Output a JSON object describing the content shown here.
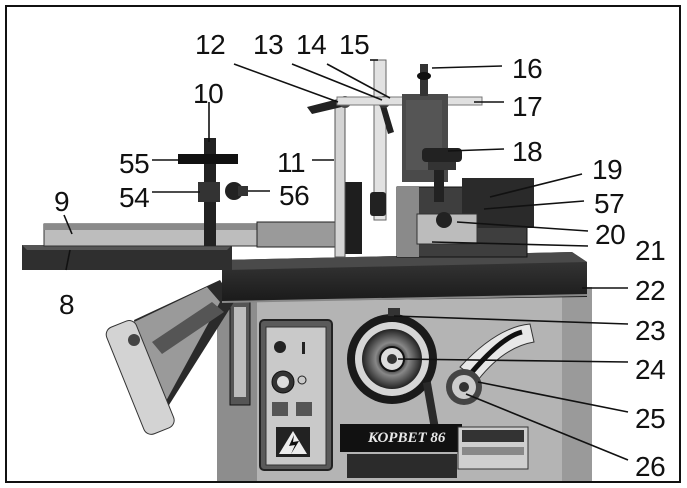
{
  "labels": {
    "n8": "8",
    "n9": "9",
    "n10": "10",
    "n11": "11",
    "n12": "12",
    "n13": "13",
    "n14": "14",
    "n15": "15",
    "n16": "16",
    "n17": "17",
    "n18": "18",
    "n19": "19",
    "n20": "20",
    "n21": "21",
    "n22": "22",
    "n23": "23",
    "n24": "24",
    "n25": "25",
    "n26": "26",
    "n54": "54",
    "n55": "55",
    "n56": "56",
    "n57": "57"
  },
  "plate": {
    "brand": "КОРВЕТ 86"
  }
}
